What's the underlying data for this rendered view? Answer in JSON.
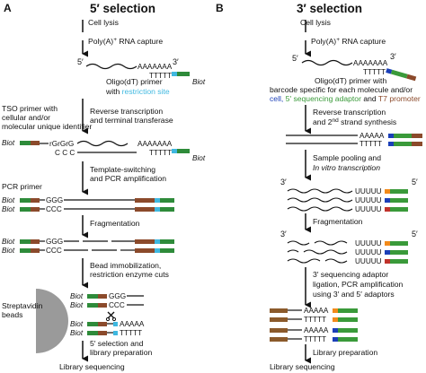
{
  "panel_a": {
    "letter": "A",
    "title": "5′ selection",
    "step1": "Cell lysis",
    "step2a": "Poly(A)",
    "step2sup": "+",
    "step2b": " RNA capture",
    "five": "5′",
    "three": "3′",
    "polya": "AAAAAAA",
    "polyt": "TTTTT",
    "biot": "Biot",
    "oligo_line1": "Oligo(dT) primer",
    "oligo_line2a": "with ",
    "oligo_line2b": "restriction site",
    "rt_line1": "Reverse transcription",
    "rt_line2": "and terminal transferase",
    "tso_line1": "TSO primer with",
    "tso_line2": "cellular and/or",
    "tso_line3": "molecular unique identifier",
    "rgrgrg": "rGrGrG",
    "ccc_spaced": "C  C  C",
    "ts_line1": "Template-switching",
    "ts_line2": "and PCR amplification",
    "pcr_primer": "PCR primer",
    "ggg": "GGG",
    "ccc": "CCC",
    "frag": "Fragmentation",
    "bead_line1": "Bead immobilization,",
    "bead_line2": "restriction enzyme cuts",
    "strep_line1": "Streptavidin",
    "strep_line2": "beads",
    "aaaaa": "AAAAA",
    "sel_line1": "5′ selection and",
    "sel_line2": "library preparation",
    "final": "Library sequencing"
  },
  "panel_b": {
    "letter": "B",
    "title": "3′ selection",
    "step1": "Cell lysis",
    "step2a": "Poly(A)",
    "step2sup": "+",
    "step2b": " RNA capture",
    "five": "5′",
    "three": "3′",
    "polya": "AAAAAAA",
    "polyt": "TTTTT",
    "oligo_line1": "Oligo(dT) primer with",
    "oligo_line2": "barcode specific for each molecule and/or",
    "oligo_line3a": "cell, ",
    "oligo_line3b": "5′ sequencing adaptor",
    "oligo_line3c": " and ",
    "oligo_line3d": "T7 promoter",
    "rt_line1": "Reverse transcription",
    "rt_line2a": "and 2",
    "rt_line2sup": "nd",
    "rt_line2b": " strand synthesis",
    "aaaaa": "AAAAA",
    "ttttt": "TTTTT",
    "uuuuu": "UUUUU",
    "pool_line1": "Sample pooling and",
    "pool_line2": "In vitro transcription",
    "frag": "Fragmentation",
    "seq3_line1": "3′ sequencing adaptor",
    "seq3_line2": "ligation, PCR amplification",
    "seq3_line3": "using 3′ and 5′ adaptors",
    "lib": "Library preparation",
    "final": "Library sequencing"
  },
  "colors": {
    "biotin_green": "#2e8b3a",
    "tso_brown": "#8b4a2b",
    "restriction_cyan": "#3fb8e0",
    "barcode_blue": "#1b3fb8",
    "adaptor_green": "#3a9a3a",
    "t7_orange": "#f28a1a",
    "adaptor3_brown": "#8b5a2b",
    "bead_grey": "#9a9a9a",
    "barcode_red": "#c0322b"
  }
}
